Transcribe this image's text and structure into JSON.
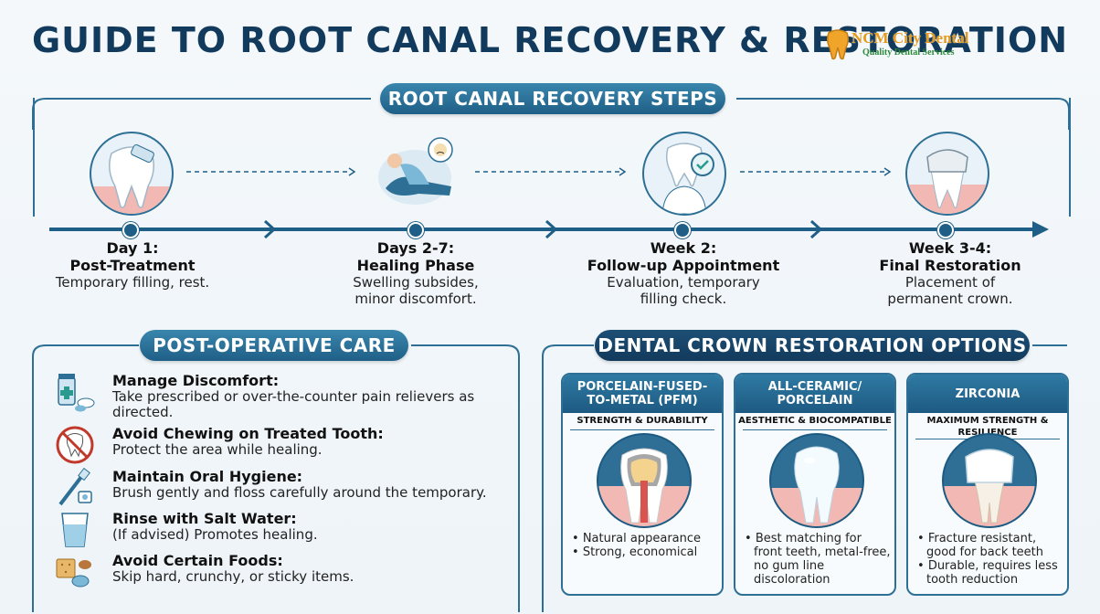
{
  "title": "GUIDE TO ROOT CANAL RECOVERY & RESTORATION",
  "brand": {
    "name": "NCM City Dental",
    "tagline": "Quality Dental Services"
  },
  "recovery": {
    "heading": "ROOT CANAL RECOVERY STEPS",
    "steps": [
      {
        "day": "Day 1:",
        "title": "Post-Treatment",
        "desc": "Temporary filling, rest.",
        "icon": "tooth-bandage-icon"
      },
      {
        "day": "Days 2-7:",
        "title": "Healing Phase",
        "desc": "Swelling subsides, minor discomfort.",
        "icon": "resting-person-icon"
      },
      {
        "day": "Week 2:",
        "title": "Follow-up Appointment",
        "desc": "Evaluation, temporary filling check.",
        "icon": "dentist-check-icon"
      },
      {
        "day": "Week 3-4:",
        "title": "Final Restoration",
        "desc": "Placement of permanent crown.",
        "icon": "crowned-tooth-icon"
      }
    ]
  },
  "care": {
    "heading": "POST-OPERATIVE CARE",
    "items": [
      {
        "title": "Manage Discomfort:",
        "desc": "Take prescribed or over-the-counter pain relievers as directed.",
        "icon": "medicine-icon"
      },
      {
        "title": "Avoid Chewing on Treated Tooth:",
        "desc": "Protect the area while healing.",
        "icon": "no-chew-icon"
      },
      {
        "title": "Maintain Oral Hygiene:",
        "desc": "Brush gently and floss carefully around the temporary.",
        "icon": "toothbrush-floss-icon"
      },
      {
        "title": "Rinse with Salt Water:",
        "desc": "(If advised) Promotes healing.",
        "icon": "water-glass-icon"
      },
      {
        "title": "Avoid Certain Foods:",
        "desc": "Skip hard, crunchy, or sticky items.",
        "icon": "snack-food-icon"
      }
    ]
  },
  "crowns": {
    "heading": "DENTAL CROWN RESTORATION OPTIONS",
    "options": [
      {
        "name": "PORCELAIN-FUSED-TO-METAL (PFM)",
        "sub": "STRENGTH & DURABILITY",
        "bullets": [
          "Natural appearance",
          "Strong, economical"
        ]
      },
      {
        "name": "ALL-CERAMIC/ PORCELAIN",
        "sub": "AESTHETIC & BIOCOMPATIBLE",
        "bullets": [
          "Best matching for front teeth, metal-free, no gum line discoloration"
        ]
      },
      {
        "name": "ZIRCONIA",
        "sub": "MAXIMUM STRENGTH & RESILIENCE",
        "bullets": [
          "Fracture resistant, good for back teeth",
          "Durable, requires less tooth reduction"
        ]
      }
    ]
  },
  "colors": {
    "primary": "#1f5f87",
    "dark": "#123a5c",
    "gum": "#f2b9b4",
    "tooth": "#ffffff"
  }
}
